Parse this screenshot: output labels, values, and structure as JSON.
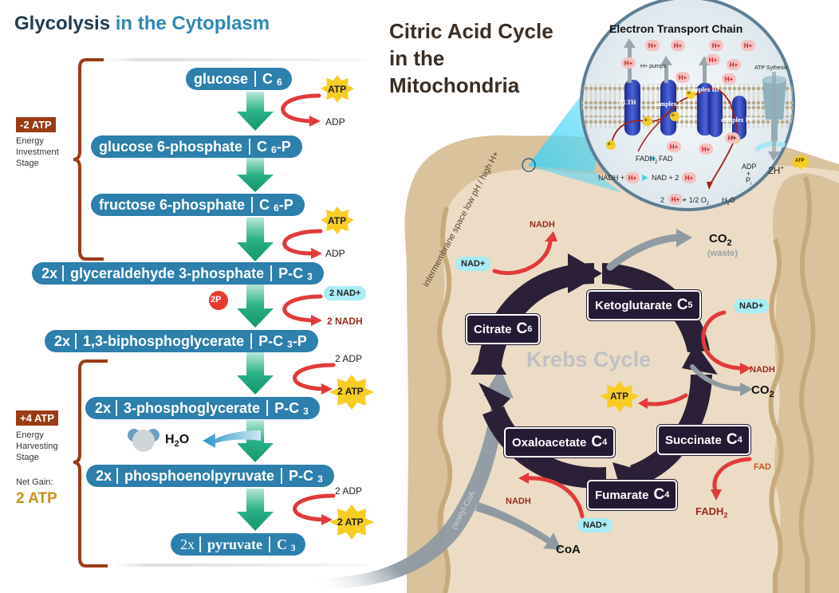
{
  "glycolysis": {
    "title_part1": "Glycolysis",
    "title_part2": "in the Cytoplasm",
    "steps": [
      {
        "prefix": "",
        "name": "glucose",
        "formula_main": "C",
        "formula_sub": "6",
        "formula_tail": ""
      },
      {
        "prefix": "",
        "name": "glucose 6-phosphate",
        "formula_main": "C",
        "formula_sub": "6",
        "formula_tail": "-P"
      },
      {
        "prefix": "",
        "name": "fructose 6-phosphate",
        "formula_main": "C",
        "formula_sub": "6",
        "formula_tail": "-P"
      },
      {
        "prefix": "2x",
        "name": "glyceraldehyde 3-phosphate",
        "formula_main": "P-C",
        "formula_sub": "3",
        "formula_tail": ""
      },
      {
        "prefix": "2x",
        "name": "1,3-biphosphoglycerate",
        "formula_main": "P-C",
        "formula_sub": "3",
        "formula_tail": "-P"
      },
      {
        "prefix": "2x",
        "name": "3-phosphoglycerate",
        "formula_main": "P-C",
        "formula_sub": "3",
        "formula_tail": ""
      },
      {
        "prefix": "2x",
        "name": "phosphoenolpyruvate",
        "formula_main": "P-C",
        "formula_sub": "3",
        "formula_tail": ""
      },
      {
        "prefix": "2x",
        "name": "pyruvate",
        "formula_main": "C",
        "formula_sub": "3",
        "formula_tail": ""
      }
    ],
    "side": {
      "atp1": "ATP",
      "adp1": "ADP",
      "atp2": "ATP",
      "adp2": "ADP",
      "p2": "2P",
      "nad2": "2 NAD+",
      "nadh2": "2 NADH",
      "adp2a": "2 ADP",
      "atp2a": "2 ATP",
      "adp2b": "2 ADP",
      "atp2b": "2 ATP",
      "water": "H",
      "water_sub": "2",
      "water_tail": "O"
    },
    "investment": {
      "tag": "-2 ATP",
      "line1": "Energy",
      "line2": "Investment",
      "line3": "Stage"
    },
    "harvesting": {
      "tag": "+4 ATP",
      "line1": "Energy",
      "line2": "Harvesting",
      "line3": "Stage",
      "net_label": "Net Gain:",
      "net_value": "2 ATP"
    }
  },
  "mitochondria": {
    "title_line1": "Citric Acid Cycle",
    "title_line2": "in the",
    "title_line3": "Mitochondria",
    "intermembrane_label": "intermembrane space low pH / high H+",
    "acetyl_label": "(acetyl-CoA",
    "coa_label": "CoA",
    "krebs": {
      "center_label": "Krebs Cycle",
      "citrate": {
        "name": "Citrate",
        "c": "C",
        "n": "6"
      },
      "ketoglutarate": {
        "name": "Ketoglutarate",
        "c": "C",
        "n": "5"
      },
      "succinate": {
        "name": "Succinate",
        "c": "C",
        "n": "4"
      },
      "fumarate": {
        "name": "Fumarate",
        "c": "C",
        "n": "4"
      },
      "oxaloacetate": {
        "name": "Oxaloacetate",
        "c": "C",
        "n": "4"
      },
      "nad_top": "NAD+",
      "nadh_top": "NADH",
      "co2_top": "CO",
      "co2_top_sub": "2",
      "waste": "(waste)",
      "nad_right": "NAD+",
      "nadh_right": "NADH",
      "co2_right": "CO",
      "co2_right_sub": "2",
      "atp": "ATP",
      "fad": "FAD",
      "fadh": "FADH",
      "fadh_sub": "2",
      "nad_bottom": "NAD+",
      "nadh_bottom": "NADH"
    }
  },
  "etc": {
    "title": "Electron Transport Chain",
    "h": "H+",
    "h_pumps": "H+ pumps",
    "atp_synthesis": "ATP Sythesis",
    "complex_a": "ELTH",
    "complex_1": "complex I",
    "complex_3": "complex III",
    "complex_4": "complex IV",
    "electron": "e-",
    "fadh2": "FADH",
    "fadh2_sub": "2",
    "fad": "FAD",
    "nadh_eq": "NADH +",
    "nad_eq": "NAD + 2",
    "o2_eq_left": "2",
    "o2_eq_mid": "+ 1/2 O",
    "o2_eq_sub": "2",
    "h2o": "H",
    "h2o_sub": "2",
    "h2o_tail": "O",
    "adp": "ADP",
    "plus": "+",
    "pi": "P",
    "pi_sub": "i",
    "twoh": "2H",
    "twoh_sup": "+",
    "atp": "ATP"
  },
  "colors": {
    "pill": "#2d7fac",
    "krebs_box": "#241a33",
    "bracket": "#9a3b14",
    "mito_fill": "#ecdcc5",
    "arrow_green": "#19a37a",
    "arrow_red": "#e23a3a",
    "atp_star": "#f7cd24"
  }
}
